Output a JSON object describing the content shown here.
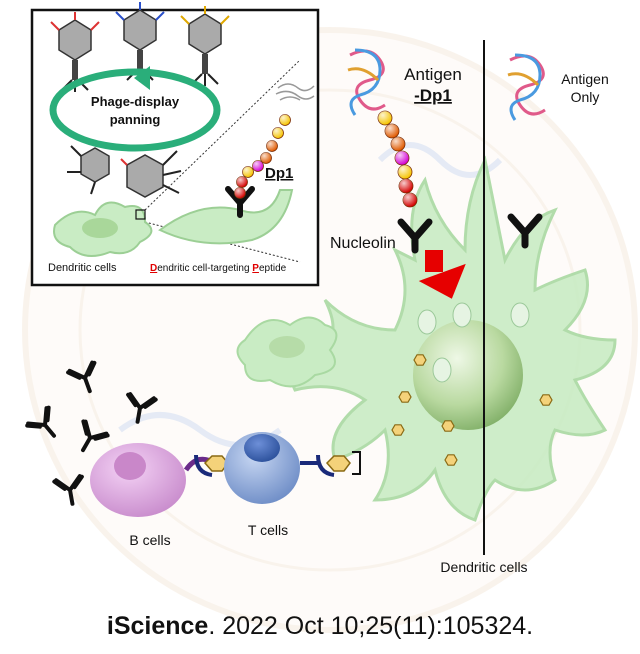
{
  "inset": {
    "cycle_label_line1": "Phage-display",
    "cycle_label_line2": "panning",
    "dendritic_cells_label": "Dendritic cells",
    "dp_caption_d": "D",
    "dp_caption_mid": "endritic cell-targeting ",
    "dp_caption_p": "P",
    "dp_caption_end": "eptide",
    "dp1_label": "Dp1"
  },
  "main": {
    "antigen_dp1_line1": "Antigen",
    "antigen_dp1_line2": "-Dp1",
    "antigen_only_line1": "Antigen",
    "antigen_only_line2": "Only",
    "nucleolin_label": "Nucleolin",
    "b_cells_label": "B cells",
    "t_cells_label": "T cells",
    "dendritic_cells_label": "Dendritic cells"
  },
  "citation": {
    "journal": "iScience",
    "reference": ". 2022 Oct 10;25(11):105324."
  },
  "colors": {
    "cell_green": "#c9ecc4",
    "b_cell": "#e0a8e2",
    "t_cell": "#7f9fd6",
    "arrow_red": "#e60000",
    "cycle_green": "#2aae7a"
  }
}
